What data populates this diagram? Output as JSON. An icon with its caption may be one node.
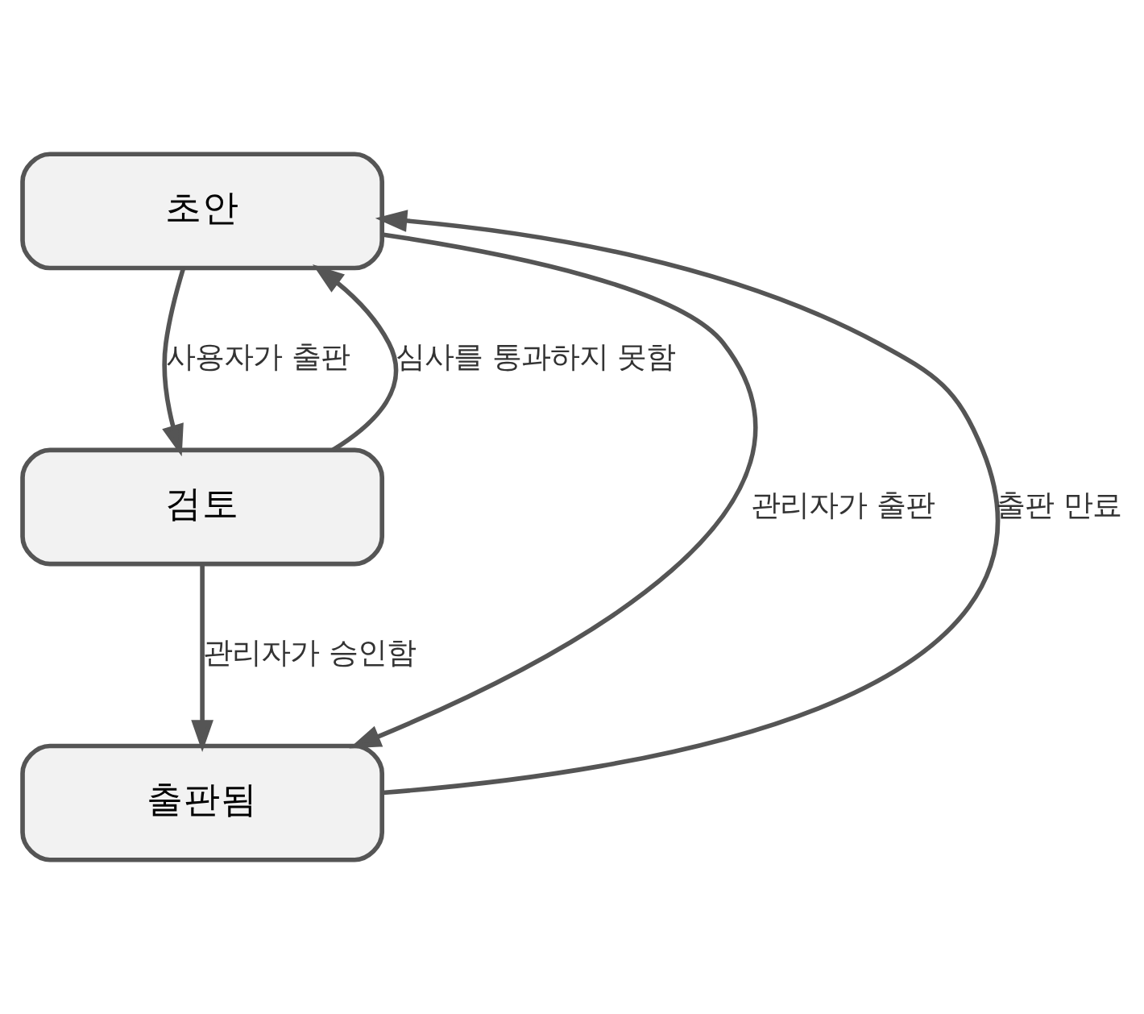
{
  "diagram": {
    "nodes": [
      {
        "text": [
          "초안"
        ]
      },
      {
        "text": [
          "검토"
        ]
      },
      {
        "text": [
          "출판됨"
        ]
      }
    ],
    "edges": [
      {
        "from": 0,
        "to": 1,
        "arrow": "to",
        "label": "사용자가 출판"
      },
      {
        "from": 1,
        "to": 0,
        "arrow": "to",
        "label": "심사를 통과하지 못함"
      },
      {
        "from": 1,
        "to": 2,
        "arrow": "to",
        "label": "관리자가 승인함"
      },
      {
        "from": 0,
        "to": 2,
        "arrow": "to",
        "label": "관리자가 출판"
      },
      {
        "from": 2,
        "to": 0,
        "arrow": "to",
        "label": "출판 만료"
      }
    ]
  }
}
